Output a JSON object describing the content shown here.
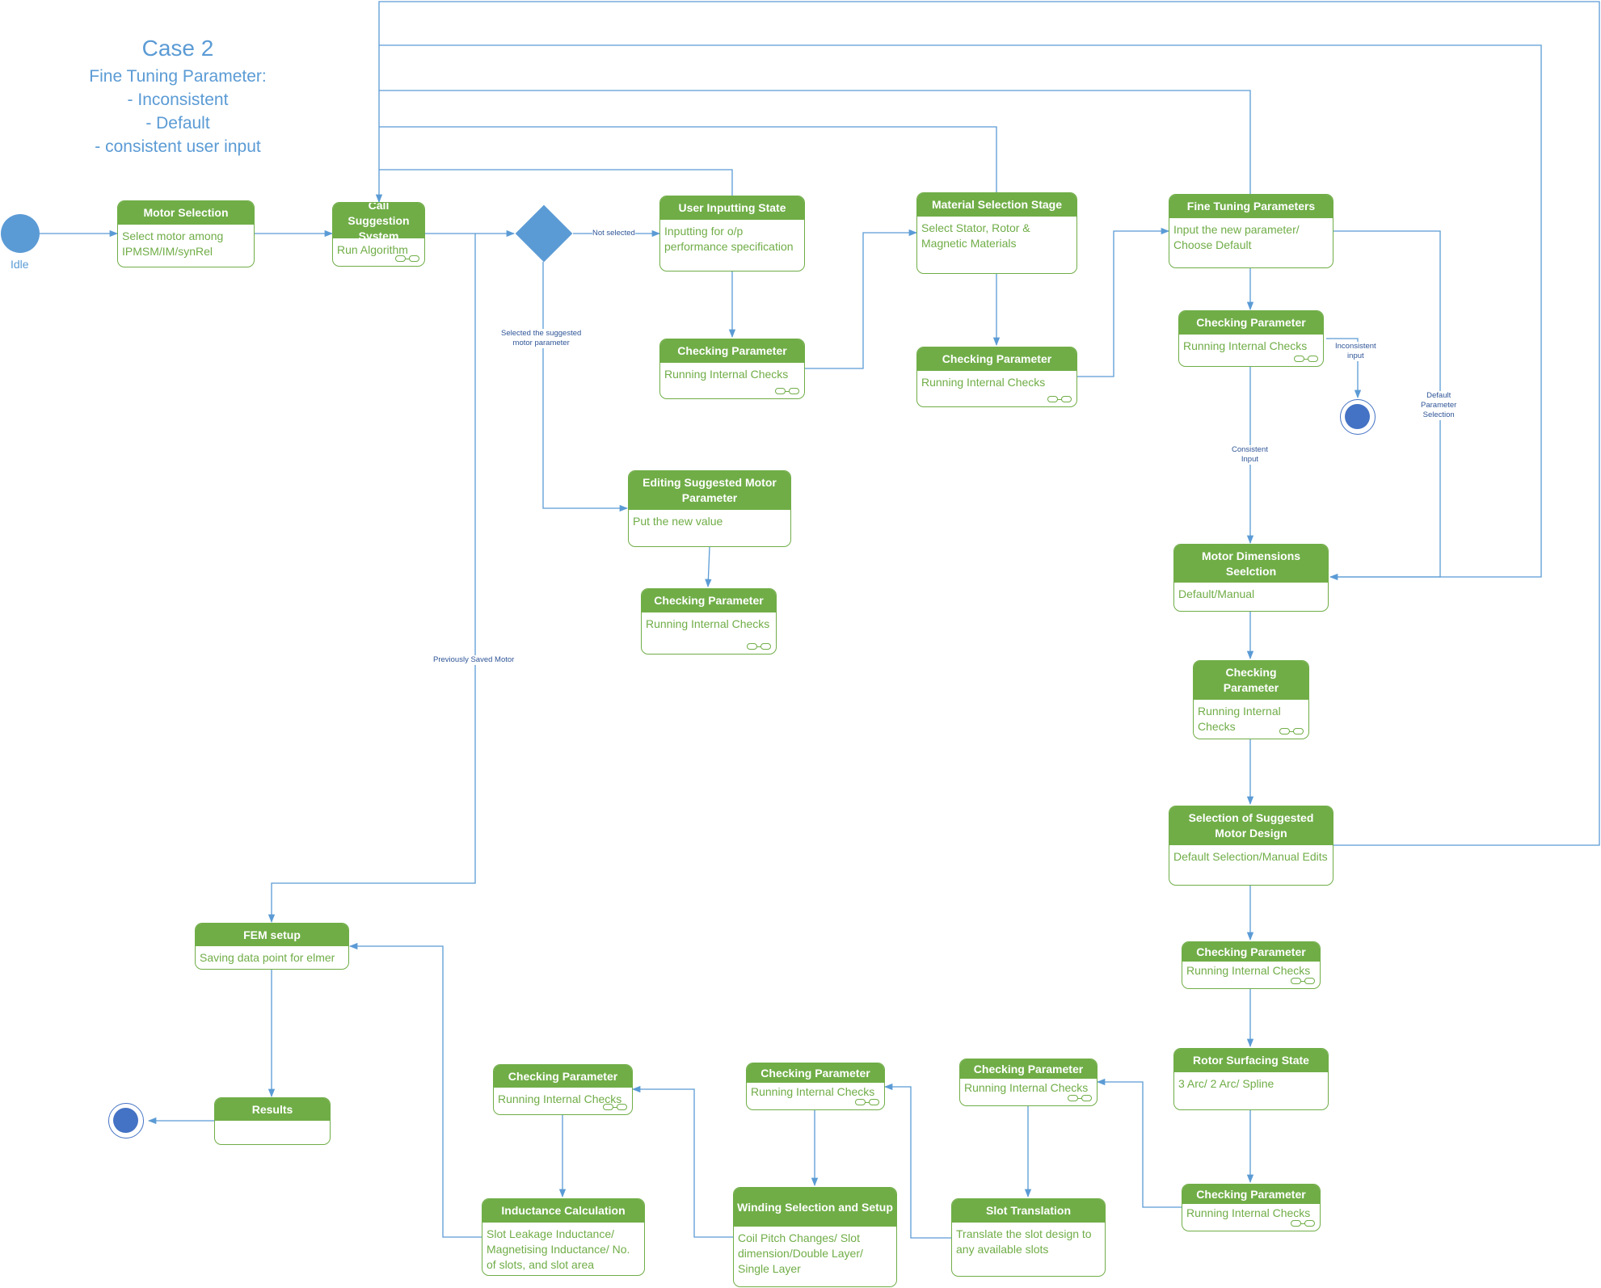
{
  "title": {
    "case": "Case 2",
    "heading": "Fine Tuning Parameter:",
    "items": [
      "- Inconsistent",
      "- Default",
      "- consistent user input"
    ]
  },
  "initial": {
    "label": "Idle"
  },
  "states": {
    "motor_selection": {
      "title": "Motor Selection",
      "body": "Select motor among IPMSM/IM/synRel"
    },
    "call_suggestion": {
      "title": "Call Suggestion System",
      "body": "Run Algorithm"
    },
    "user_inputting": {
      "title": "User Inputting State",
      "body": "Inputting for o/p performance specification"
    },
    "check_user": {
      "title": "Checking Parameter",
      "body": "Running Internal Checks"
    },
    "material_selection": {
      "title": "Material Selection Stage",
      "body": "Select Stator, Rotor & Magnetic Materials"
    },
    "check_material": {
      "title": "Checking Parameter",
      "body": "Running Internal Checks"
    },
    "fine_tuning": {
      "title": "Fine Tuning Parameters",
      "body": "Input the new parameter/ Choose Default"
    },
    "check_fine": {
      "title": "Checking Parameter",
      "body": "Running Internal Checks"
    },
    "editing_suggested": {
      "title": "Editing Suggested Motor Parameter",
      "body": "Put the new value"
    },
    "check_editing": {
      "title": "Checking Parameter",
      "body": "Running Internal Checks"
    },
    "motor_dimensions": {
      "title": "Motor Dimensions Seelction",
      "body": "Default/Manual"
    },
    "check_dimensions": {
      "title": "Checking Parameter",
      "body": "Running Internal Checks"
    },
    "suggested_design": {
      "title": "Selection of Suggested Motor Design",
      "body": "Default Selection/Manual Edits"
    },
    "check_design": {
      "title": "Checking Parameter",
      "body": "Running Internal Checks"
    },
    "rotor_surfacing": {
      "title": "Rotor Surfacing State",
      "body": "3 Arc/ 2 Arc/ Spline"
    },
    "check_rotor": {
      "title": "Checking Parameter",
      "body": "Running Internal Checks"
    },
    "slot_translation": {
      "title": "Slot Translation",
      "body": "Translate the slot design to any available slots"
    },
    "check_slot": {
      "title": "Checking Parameter",
      "body": "Running Internal Checks"
    },
    "winding_selection": {
      "title": "Winding Selection and Setup",
      "body": "Coil Pitch Changes/ Slot dimension/Double Layer/ Single Layer"
    },
    "check_winding": {
      "title": "Checking Parameter",
      "body": "Running Internal Checks"
    },
    "inductance_calc": {
      "title": "Inductance Calculation",
      "body": "Slot Leakage Inductance/ Magnetising Inductance/ No. of slots, and slot area"
    },
    "check_inductance": {
      "title": "Checking Parameter",
      "body": "Running Internal Checks"
    },
    "fem_setup": {
      "title": "FEM setup",
      "body": "Saving data point for elmer"
    },
    "results": {
      "title": "Results",
      "body": ""
    }
  },
  "transitions": {
    "not_selected": "Not selected",
    "selected_suggested": "Selected the suggested\nmotor parameter",
    "previously_saved": "Previously Saved Motor",
    "inconsistent_input": "Inconsistent\ninput",
    "consistent_input": "Consistent\nInput",
    "default_param": "Default\nParameter\nSelection"
  },
  "colors": {
    "state_green": "#70ad47",
    "arrow_blue": "#5b9bd5",
    "node_blue": "#4472c4",
    "title_blue": "#5b9bd5"
  }
}
